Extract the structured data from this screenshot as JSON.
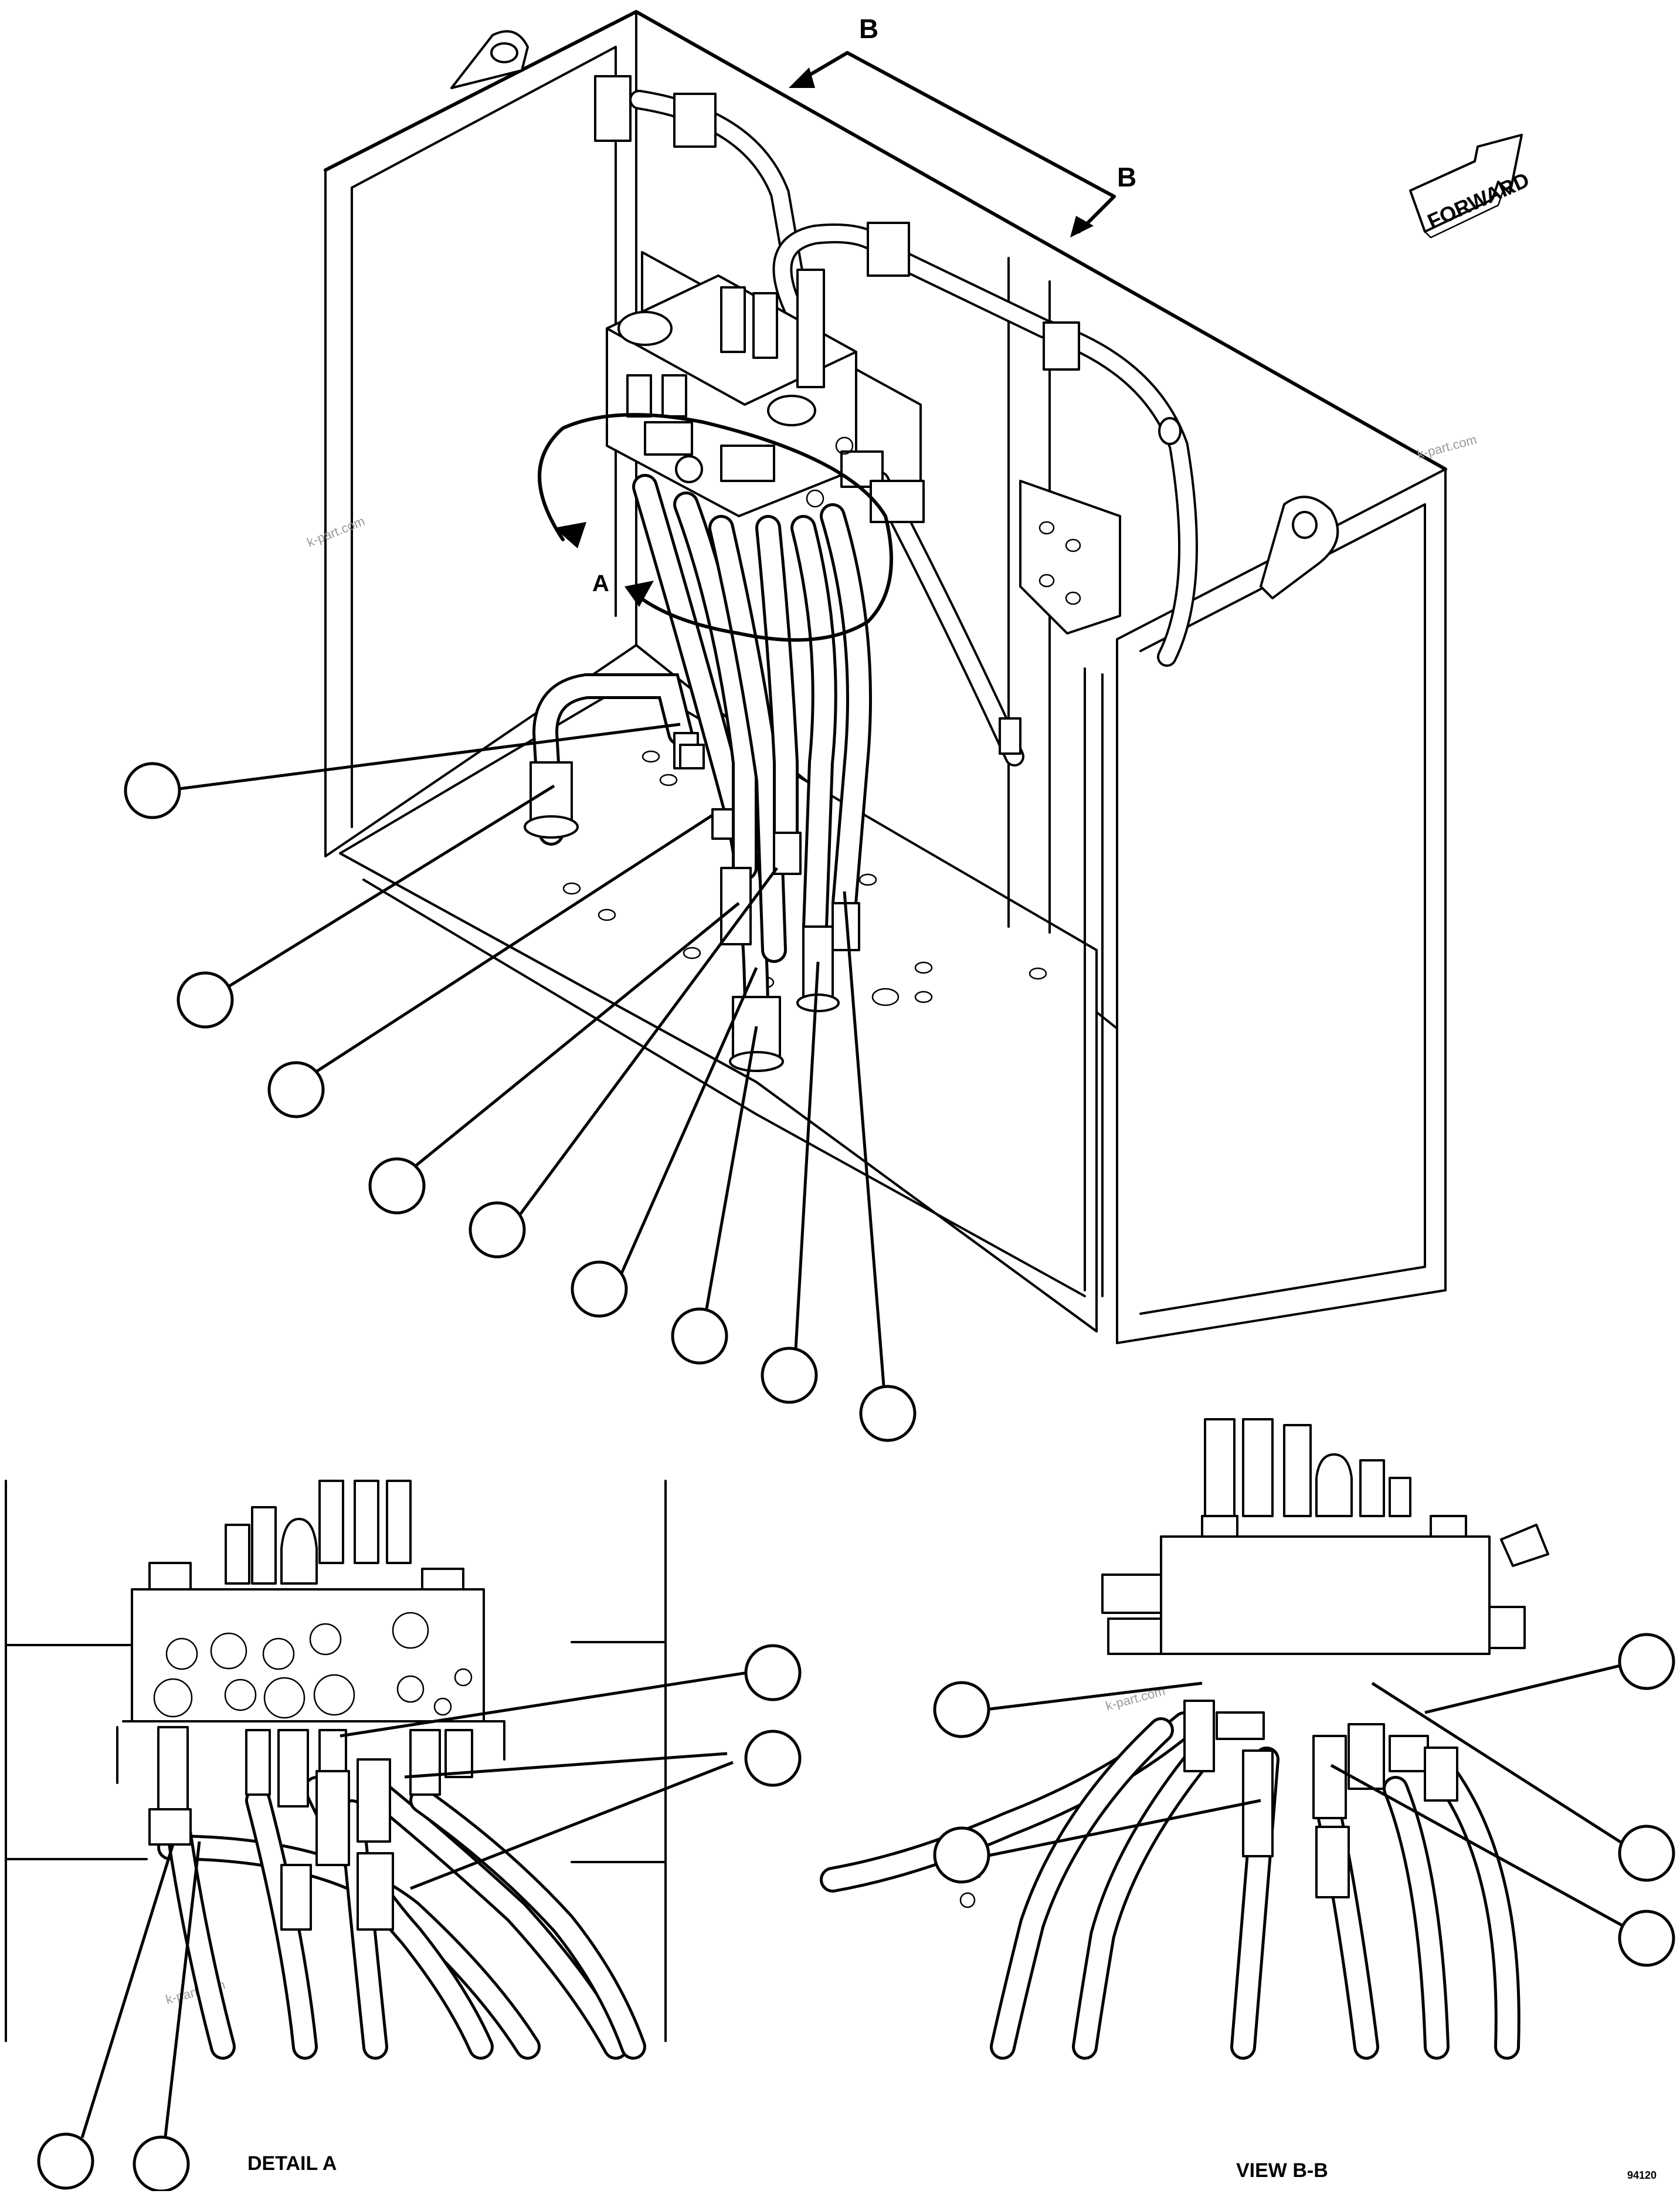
{
  "labels": {
    "section_b_top": "B",
    "section_b_right": "B",
    "detail_a_marker": "A",
    "forward": "FORWARD",
    "detail_a_title": "DETAIL A",
    "view_bb_title": "VIEW B-B",
    "drawing_number": "94120"
  },
  "watermarks": [
    "k-part.com",
    "k-part.com",
    "k-part.com",
    "k-part.com"
  ],
  "callouts": {
    "main": 9,
    "detail_a": 4,
    "view_bb": 5
  }
}
